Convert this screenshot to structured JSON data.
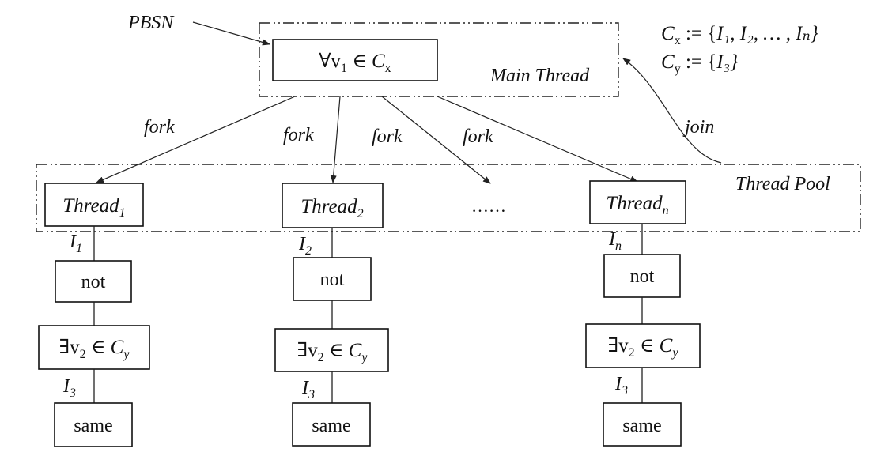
{
  "labels": {
    "pbsn": "PBSN",
    "main_thread": "Main Thread",
    "thread_pool": "Thread Pool",
    "fork": "fork",
    "join": "join",
    "ellipsis": "……"
  },
  "main_box": {
    "quantifier": "∀v",
    "sub": "1",
    "in": " ∈ ",
    "set": "C",
    "set_sub": "x"
  },
  "definitions": [
    {
      "lhs": "C",
      "lhs_sub": "x",
      "op": " := {",
      "rhs": "I₁, I₂, … , Iₙ}"
    },
    {
      "lhs": "C",
      "lhs_sub": "y",
      "op": " := {",
      "rhs": "I₃}"
    }
  ],
  "threads": [
    {
      "name": "Thread",
      "sub": "1",
      "edge_label": "I",
      "edge_sub": "1"
    },
    {
      "name": "Thread",
      "sub": "2",
      "edge_label": "I",
      "edge_sub": "2"
    },
    {
      "name": "Thread",
      "sub": "n",
      "edge_label": "I",
      "edge_sub": "n"
    }
  ],
  "chain": {
    "not_label": "not",
    "exists": "∃v",
    "exists_sub": "2",
    "in": " ∈ ",
    "set": "C",
    "set_sub": "y",
    "i3_label": "I",
    "i3_sub": "3",
    "same_label": "same"
  }
}
